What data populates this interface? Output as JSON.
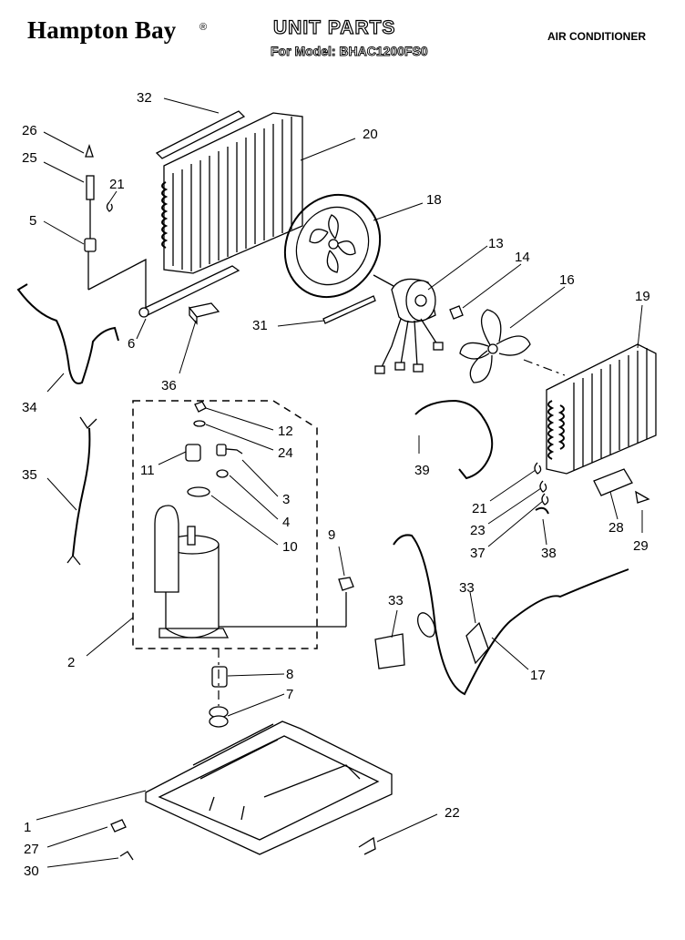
{
  "header": {
    "brand": "Hampton Bay",
    "registered_mark": "®",
    "title": "UNIT PARTS",
    "model_line": "For Model: BHAC1200FS0",
    "category": "AIR CONDITIONER"
  },
  "callouts": [
    "1",
    "2",
    "3",
    "4",
    "5",
    "6",
    "7",
    "8",
    "9",
    "10",
    "11",
    "12",
    "13",
    "14",
    "16",
    "17",
    "18",
    "19",
    "20",
    "21",
    "22",
    "23",
    "24",
    "25",
    "26",
    "27",
    "28",
    "29",
    "30",
    "31",
    "32",
    "33",
    "34",
    "35",
    "36",
    "37",
    "38",
    "39"
  ]
}
